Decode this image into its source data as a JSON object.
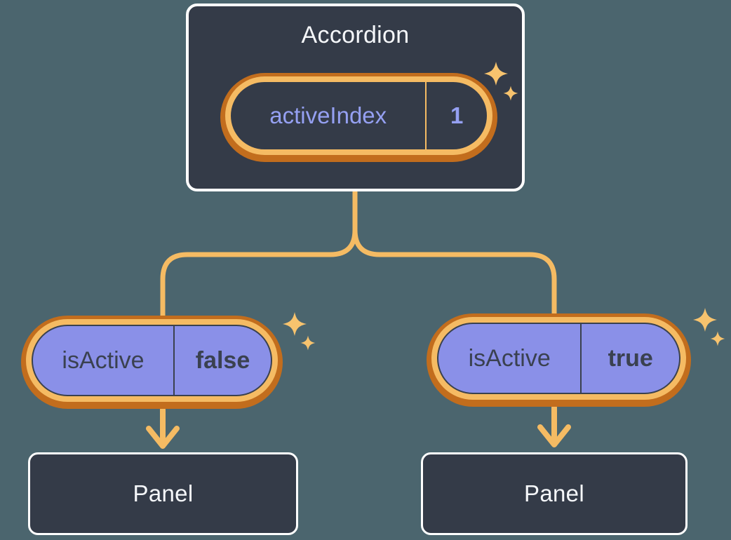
{
  "theme": {
    "background": "#4B656E",
    "card": "#343B48",
    "card_border": "#FFFFFF",
    "ring_outer": "#C26D1D",
    "ring_inner": "#F5BB63",
    "connector": "#F5BB63",
    "sparkle": "#F7C36E",
    "pill_fill": "#8A90E8",
    "pill_outline": "#3A414E",
    "state_text": "#95A0F2",
    "prop_text": "#3A4150",
    "title_text": "#F5F7FA"
  },
  "accordion": {
    "title": "Accordion",
    "state": {
      "name": "activeIndex",
      "value": "1"
    }
  },
  "children": [
    {
      "prop": {
        "name": "isActive",
        "value": "false"
      },
      "panel_title": "Panel"
    },
    {
      "prop": {
        "name": "isActive",
        "value": "true"
      },
      "panel_title": "Panel"
    }
  ],
  "icons": {
    "sparkle": "four-point-star",
    "arrow": "down-arrow"
  }
}
